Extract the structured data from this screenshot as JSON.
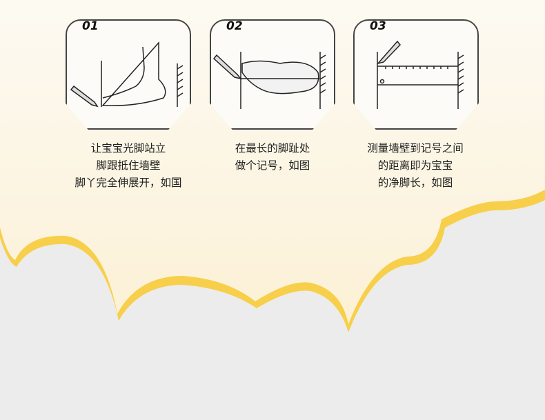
{
  "steps": [
    {
      "number": "01",
      "lines": [
        "让宝宝光脚站立",
        "脚跟抵住墙壁",
        "脚丫完全伸展开，如国"
      ]
    },
    {
      "number": "02",
      "lines": [
        "在最长的脚趾处",
        "做个记号，如图"
      ]
    },
    {
      "number": "03",
      "lines": [
        "测量墙壁到记号之间",
        "的距离即为宝宝",
        "的净脚长，如图"
      ]
    }
  ],
  "colors": {
    "cloud_edge": "#f7cf4a",
    "lower_bg": "#ececec"
  }
}
